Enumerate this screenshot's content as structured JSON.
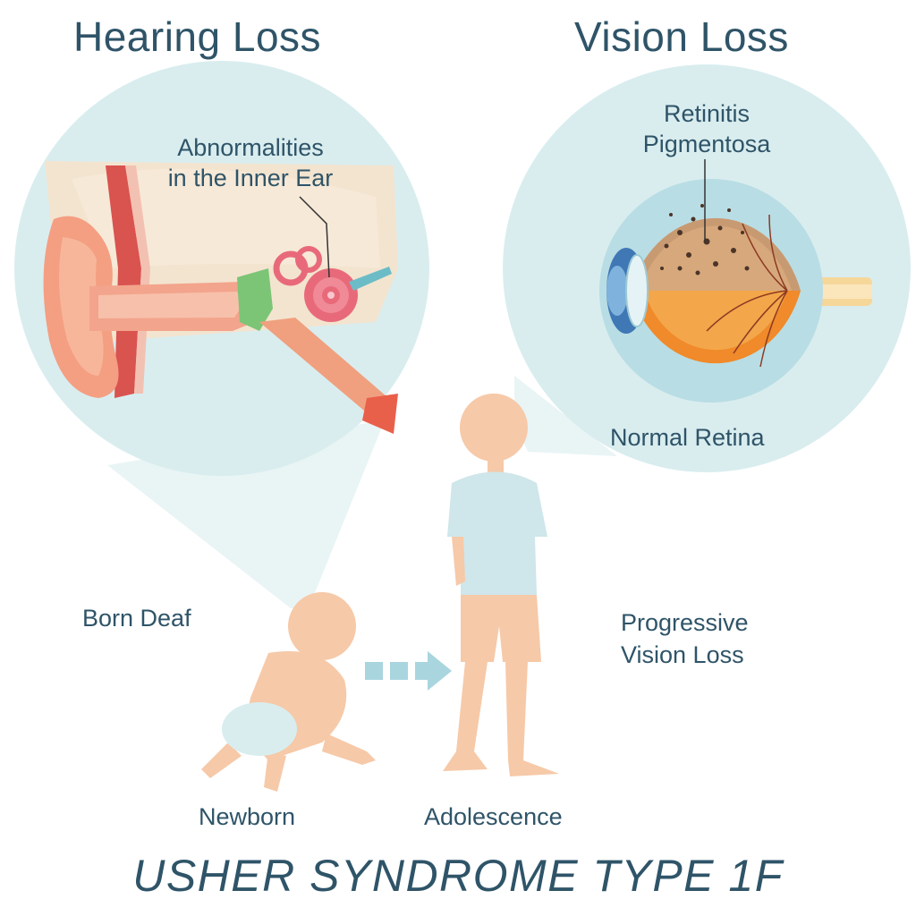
{
  "headings": {
    "hearing": "Hearing Loss",
    "vision": "Vision Loss"
  },
  "ear": {
    "callout": [
      "Abnormalities",
      "in the Inner Ear"
    ]
  },
  "eye": {
    "callout_top": [
      "Retinitis",
      "Pigmentosa"
    ],
    "callout_bottom": "Normal Retina"
  },
  "captions": {
    "born_deaf": "Born Deaf",
    "progressive": [
      "Progressive",
      "Vision Loss"
    ]
  },
  "stages": {
    "newborn": "Newborn",
    "adolescence": "Adolescence"
  },
  "title": "USHER SYNDROME TYPE 1F",
  "colors": {
    "text": "#2f5468",
    "circle": "#d9edef",
    "skin": "#f6c9a8",
    "shirt": "#cfe6ea",
    "arrow": "#a9d5df",
    "retina_orange": "#f08a2a"
  },
  "icons": [
    "ear-anatomy-illustration",
    "eye-anatomy-illustration",
    "baby-figure",
    "child-figure",
    "dashed-arrow-icon"
  ]
}
